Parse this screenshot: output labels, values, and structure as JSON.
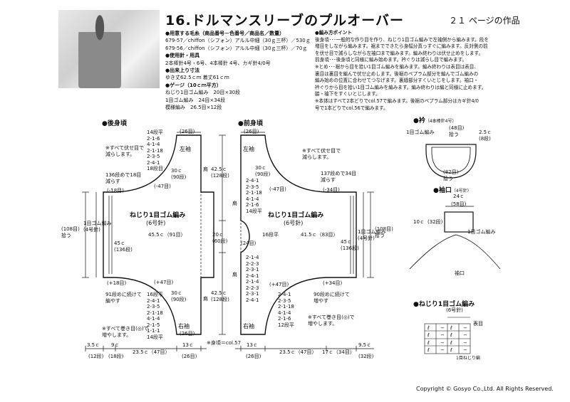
{
  "header": {
    "title": "16.ドルマンスリーブのプルオーバー",
    "page_ref": "２１ ページの作品"
  },
  "info": {
    "yarn_heading": "●用意する毛糸（商品番号－色番号／商品名／数量）",
    "yarn_lines": [
      "679-57／chiffon（シフォン）アルル中細（30ｇ三杯）／530ｇ",
      "679-56／chiffon（シフォン）アルル中細（30ｇ三杯）／70ｇ"
    ],
    "needle_heading": "●使用針・用具",
    "needle_text": "2本棒針4号・6号、4本棒針 4号、カギ針4/0号",
    "size_heading": "●出来上り寸法",
    "size_text": "ゆき丈62.5ｃｍ 着丈61ｃｍ",
    "gauge_heading": "●ゲージ（10ｃｍ平方）",
    "gauge_lines": [
      "ねじり1目ゴム編み　20目×30段",
      "1目ゴム編み　24目×34段",
      "模様編み　26.5目×12段"
    ]
  },
  "points": {
    "heading": "●編み方ポイント",
    "lines": [
      "後身頃･･･一般的な作り目を作り、ねじり1目ゴム編みで左袖側から編みます。段を",
      "増目をしながら編みます。裾までできたら身幅分真っすぐに編みます。反対側の前",
      "を伏せ目で減らしながら左袖口まで編みます。編み終わりは伏せ止めをします。",
      "前身頃･･･後身頃と同様に編み始めます。衿ぐりは減らし目で編みます。",
      "※とめ･･･裾から目を拾い1目ゴム編みを編みます。編み終わりは表目は表目、",
      "裏目は裏目を編んで伏せ止めします。後裾のペプラム部分を編んでゴム編みの",
      "編み始めの位置に合わせてつなげます。裏縫部分すくいとじをします。袖口・",
      "衿ぐりから目を拾い1目ゴム編みを編みます。編み終わりは編と同様に止めます。",
      "脇・袖下をすくいとじします。",
      "※本体はすべて2本どりでcol.57で編みます。後裾のペプラム部分はカギ針4/0",
      "号で1本どりでcol.56で編みます。"
    ]
  },
  "back": {
    "heading": "●後身頃",
    "top_stitches": "(26目)",
    "sleeve_left": "左袖",
    "sleeve_right": "右袖",
    "inc_top": [
      "14段平",
      "2-1-6",
      "4-1-4",
      "2-1-18",
      "2-3-5",
      "2-4-1",
      "18段目"
    ],
    "inc_bottom": [
      "16段平",
      "2-4-1",
      "2-3-5",
      "2-1-18",
      "4-1-4",
      "2-1-5",
      "1-1-1",
      "14段平"
    ],
    "note_top": [
      "※すべて伏せ目で",
      "減らします。"
    ],
    "note_mid": [
      "136段めで18目",
      "減らす"
    ],
    "note_bottom": [
      "91段めに続けて",
      "編やす"
    ],
    "note_end": [
      "※すべて巻き目(◎)で",
      "増やします。"
    ],
    "body_label": "ねじり1目ゴム編み",
    "body_needle": "(6号針)",
    "width": "45.5ｃ（91目）",
    "armhole_top": "30ｃ",
    "armhole_top_rows": "(90段)",
    "armhole_bot": "30ｃ",
    "armhole_bot_rows": "(90段)",
    "dec_top": "(-47目)",
    "inc_bot": "(+47目)",
    "left_dec": "(-18目)",
    "left_inc": "(+18目)",
    "height": "45ｃ",
    "height_rows": "(136段)",
    "hem_label": "1目ゴム編み",
    "hem_needle": "(4号針)",
    "hem_pick": "(108目)拾う",
    "bottom_stitches": "(26目)",
    "dims": [
      "3.5ｃ",
      "9ｃ",
      "23.5ｃ（47目）",
      "13ｃ"
    ],
    "dims_rows": [
      "(12段)",
      "(18段)",
      "(26目)"
    ]
  },
  "front": {
    "heading": "●前身頃",
    "top_stitches": "(26目)",
    "sleeve_left": "左袖",
    "sleeve_right": "右袖",
    "col_dec": [
      "2-4-1",
      "2-3-5",
      "2-1-18",
      "4-1-4",
      "2-1-6",
      "14段平"
    ],
    "col_inc": [
      "2-1-4",
      "2-2-3",
      "2-3-1",
      "2-4-1"
    ],
    "col_inc2": [
      "2-1-4",
      "2-2-3",
      "2-3-1",
      "2-4-1"
    ],
    "col_dec2": [
      "2-4-1",
      "2-3-5",
      "2-1-18",
      "4-1-4",
      "2-1-6",
      "12段平"
    ],
    "note_top": [
      "※すべて伏せ目で",
      "減らします。"
    ],
    "note_mid": [
      "137段めで34目",
      "減らす"
    ],
    "note_bottom": [
      "90段めに続けて",
      "増やす"
    ],
    "note_end": [
      "※すべて巻き目(◎)で",
      "増やします。"
    ],
    "body_label": "ねじり1目ゴム編み",
    "body_needle": "(6号針)",
    "width": "41.5ｃ（83目）",
    "neck_width": "20ｃ",
    "neck_rows": "(60段)",
    "armhole_top": "30ｃ",
    "armhole_top_rows": "(90段)",
    "dec_top": "(-47目)",
    "dec_side": "(-34目)",
    "inc_bot": "(+47目)",
    "inc_side": "(+34目)",
    "neck_inner": "16段平",
    "neck_inner_st": "(24目)",
    "height": "45ｃ",
    "height_rows": "(136段)",
    "length_top": "42.5ｃ",
    "length_top_rows": "(128段)",
    "length_bot": "42.5ｃ",
    "length_bot_rows": "(128段)",
    "hem_label": "1目ゴム編み",
    "hem_needle": "(4号針)",
    "hem_pick": "(108目)拾う",
    "center_note": "※身頃＝col.57",
    "dims": [
      "13ｃ",
      "23.5ｃ（47目）",
      "17ｃ（34目）",
      "9.5ｃ"
    ],
    "dims_rows": [
      "(26目)",
      "(32段)"
    ],
    "shoulder": "肩"
  },
  "collar": {
    "heading": "●衿",
    "heading_note": "（4本棒針4号）",
    "label": "1目ゴム編み",
    "pick_top": "(48目)拾う",
    "height": "2.5ｃ",
    "height_rows": "(8段)",
    "pick_bot": "(82目)拾う"
  },
  "cuff": {
    "heading": "●袖口",
    "heading_note": "（4号針）",
    "width": "24ｃ",
    "width_st": "(58目)",
    "height": "10ｃ",
    "height_rows": "(32段)",
    "label": "1目ゴム編み",
    "bottom": "袖口"
  },
  "chart": {
    "heading": "●ねじり1目ゴム編み",
    "heading_note": "(6号針)",
    "side_label": "表目",
    "legend": "1目ねじり編"
  },
  "copyright": "Copyright © Gosyo Co.,Ltd. All Rights Reserved."
}
